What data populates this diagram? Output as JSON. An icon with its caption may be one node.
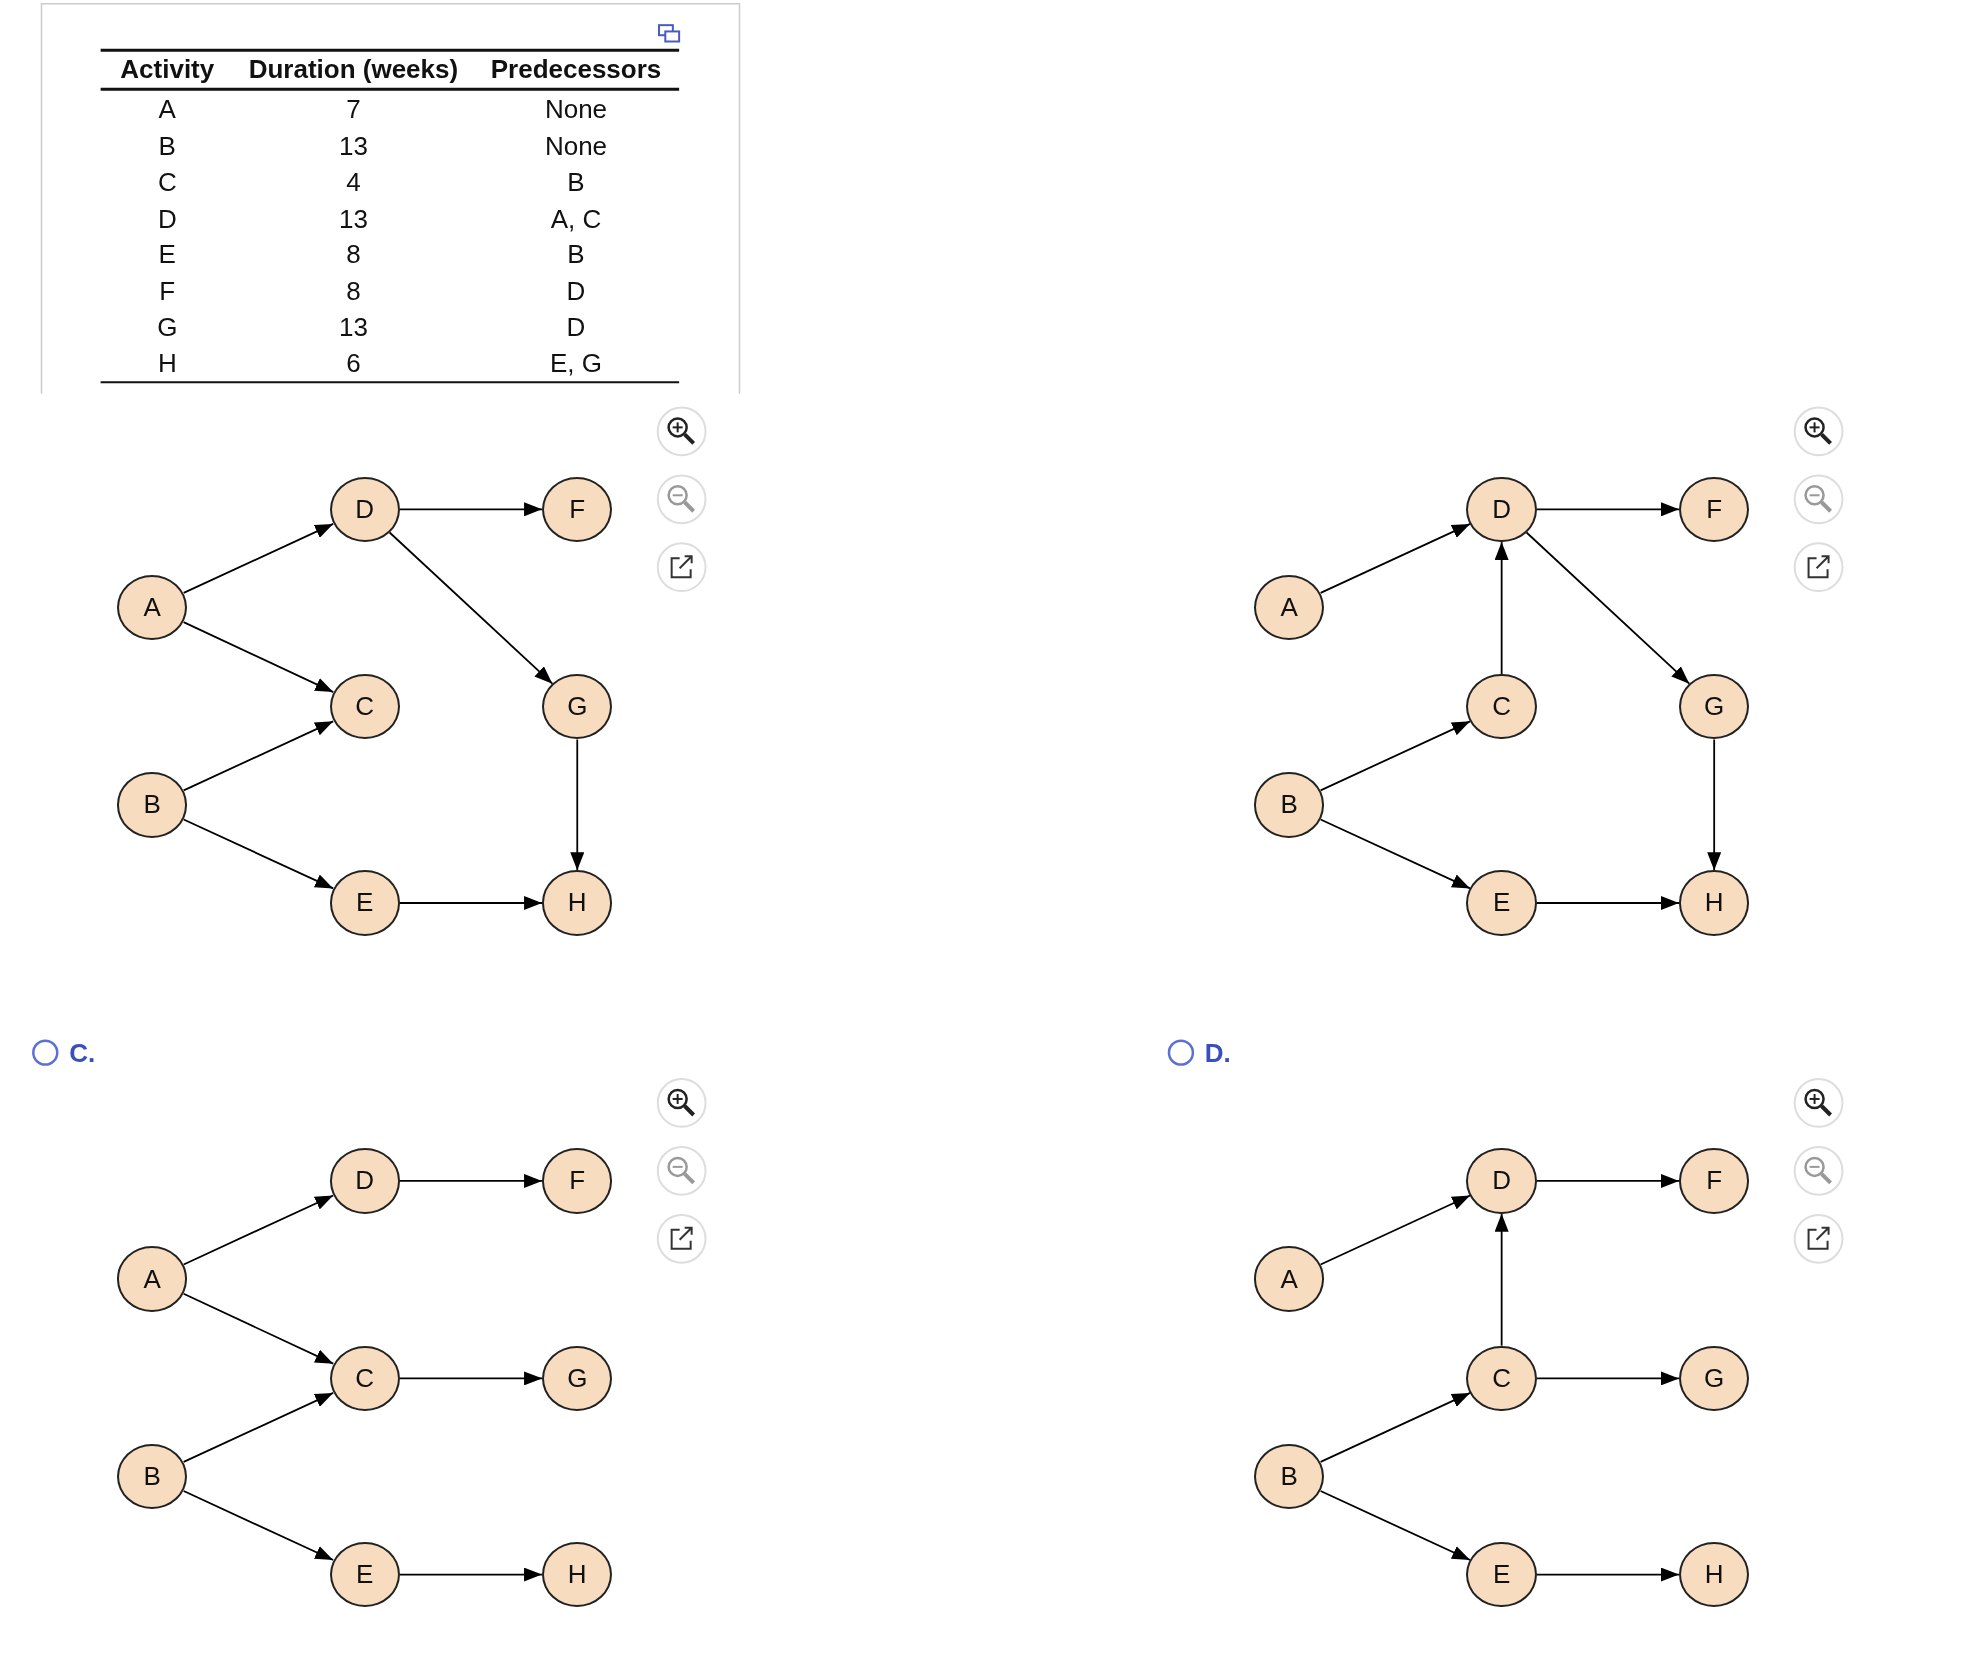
{
  "diagram": {
    "nodes": [
      {
        "text": [
          "A"
        ]
      },
      {
        "text": [
          "B"
        ]
      },
      {
        "text": [
          "C"
        ]
      },
      {
        "text": [
          "D"
        ]
      },
      {
        "text": [
          "E"
        ]
      },
      {
        "text": [
          "F"
        ]
      },
      {
        "text": [
          "G"
        ]
      },
      {
        "text": [
          "H"
        ]
      },
      {
        "text": [
          "A"
        ]
      },
      {
        "text": [
          "B"
        ]
      },
      {
        "text": [
          "C"
        ]
      },
      {
        "text": [
          "D"
        ]
      },
      {
        "text": [
          "E"
        ]
      },
      {
        "text": [
          "F"
        ]
      },
      {
        "text": [
          "G"
        ]
      },
      {
        "text": [
          "H"
        ]
      },
      {
        "text": [
          "A"
        ]
      },
      {
        "text": [
          "B"
        ]
      },
      {
        "text": [
          "C"
        ]
      },
      {
        "text": [
          "D"
        ]
      },
      {
        "text": [
          "E"
        ]
      },
      {
        "text": [
          "F"
        ]
      },
      {
        "text": [
          "G"
        ]
      },
      {
        "text": [
          "H"
        ]
      },
      {
        "text": [
          "A"
        ]
      },
      {
        "text": [
          "B"
        ]
      },
      {
        "text": [
          "C"
        ]
      },
      {
        "text": [
          "D"
        ]
      },
      {
        "text": [
          "E"
        ]
      },
      {
        "text": [
          "F"
        ]
      },
      {
        "text": [
          "G"
        ]
      },
      {
        "text": [
          "H"
        ]
      }
    ],
    "edges": [
      {
        "from": 0,
        "to": 3,
        "arrow": "to"
      },
      {
        "from": 0,
        "to": 2,
        "arrow": "to"
      },
      {
        "from": 1,
        "to": 2,
        "arrow": "to"
      },
      {
        "from": 1,
        "to": 4,
        "arrow": "to"
      },
      {
        "from": 3,
        "to": 5,
        "arrow": "to"
      },
      {
        "from": 3,
        "to": 6,
        "arrow": "to"
      },
      {
        "from": 6,
        "to": 7,
        "arrow": "to"
      },
      {
        "from": 4,
        "to": 7,
        "arrow": "to"
      },
      {
        "from": 8,
        "to": 11,
        "arrow": "to"
      },
      {
        "from": 10,
        "to": 11,
        "arrow": "to"
      },
      {
        "from": 9,
        "to": 10,
        "arrow": "to"
      },
      {
        "from": 9,
        "to": 12,
        "arrow": "to"
      },
      {
        "from": 11,
        "to": 13,
        "arrow": "to"
      },
      {
        "from": 11,
        "to": 14,
        "arrow": "to"
      },
      {
        "from": 14,
        "to": 15,
        "arrow": "to"
      },
      {
        "from": 12,
        "to": 15,
        "arrow": "to"
      },
      {
        "from": 16,
        "to": 19,
        "arrow": "to"
      },
      {
        "from": 16,
        "to": 18,
        "arrow": "to"
      },
      {
        "from": 17,
        "to": 18,
        "arrow": "to"
      },
      {
        "from": 17,
        "to": 20,
        "arrow": "to"
      },
      {
        "from": 19,
        "to": 21,
        "arrow": "to"
      },
      {
        "from": 18,
        "to": 22,
        "arrow": "to"
      },
      {
        "from": 20,
        "to": 23,
        "arrow": "to"
      },
      {
        "from": 24,
        "to": 27,
        "arrow": "to"
      },
      {
        "from": 26,
        "to": 27,
        "arrow": "to"
      },
      {
        "from": 25,
        "to": 26,
        "arrow": "to"
      },
      {
        "from": 25,
        "to": 28,
        "arrow": "to"
      },
      {
        "from": 27,
        "to": 29,
        "arrow": "to"
      },
      {
        "from": 26,
        "to": 30,
        "arrow": "to"
      },
      {
        "from": 28,
        "to": 31,
        "arrow": "to"
      }
    ],
    "labels": [
      "Activity",
      "Duration (weeks)",
      "Predecessors",
      "A",
      "7",
      "None",
      "B",
      "13",
      "None",
      "C",
      "4",
      "B",
      "D",
      "13",
      "A, C",
      "E",
      "8",
      "B",
      "F",
      "8",
      "D",
      "G",
      "13",
      "D",
      "H",
      "6",
      "E, G",
      "C.",
      "D."
    ]
  }
}
